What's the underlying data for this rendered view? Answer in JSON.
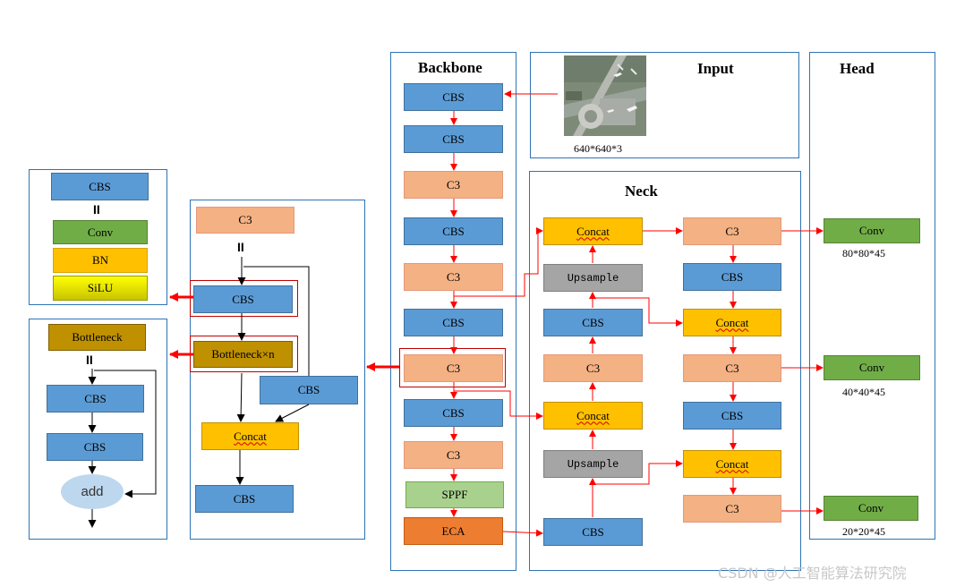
{
  "backbone": {
    "title": "Backbone",
    "blocks": [
      "CBS",
      "CBS",
      "C3",
      "CBS",
      "C3",
      "CBS",
      "C3",
      "CBS",
      "C3",
      "SPPF",
      "ECA"
    ]
  },
  "input": {
    "title": "Input",
    "size_label": "640*640*3"
  },
  "neck": {
    "title": "Neck",
    "left_col": [
      "Concat",
      "Upsample",
      "CBS",
      "C3",
      "Concat",
      "Upsample",
      "CBS"
    ],
    "right_col": [
      "C3",
      "CBS",
      "Concat",
      "C3",
      "CBS",
      "Concat",
      "C3"
    ]
  },
  "head": {
    "title": "Head",
    "outputs": [
      {
        "label": "Conv",
        "size": "80*80*45"
      },
      {
        "label": "Conv",
        "size": "40*40*45"
      },
      {
        "label": "Conv",
        "size": "20*20*45"
      }
    ]
  },
  "cbs_detail": {
    "top": "CBS",
    "eq": "II",
    "parts": [
      "Conv",
      "BN",
      "SiLU"
    ]
  },
  "bottleneck_detail": {
    "top": "Bottleneck",
    "eq": "II",
    "blocks": [
      "CBS",
      "CBS"
    ],
    "add": "add"
  },
  "c3_detail": {
    "top": "C3",
    "eq": "II",
    "cbs1": "CBS",
    "bottleneck": "Bottleneck×n",
    "cbs_side": "CBS",
    "concat": "Concat",
    "cbs_out": "CBS"
  },
  "watermark": "CSDN @人工智能算法研究院",
  "colors": {
    "cbs": "#5b9bd5",
    "c3": "#f4b183",
    "concat": "#ffc000",
    "upsample": "#a5a5a5",
    "conv": "#70ad47",
    "sppf": "#a9d18e",
    "eca": "#ed7d31",
    "bottleneck": "#bf9000",
    "arrow_red": "#ff0000",
    "panel_border": "#2e74b5"
  }
}
